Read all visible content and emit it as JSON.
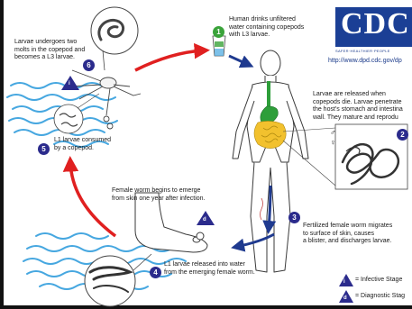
{
  "logo": {
    "text": "CDC",
    "tagline": "SAFER·HEALTHIER·PEOPLE",
    "url": "http://www.dpd.cdc.gov/dp",
    "brand_color": "#1b3f95"
  },
  "steps": [
    {
      "number": "1",
      "color": "#3aa33a",
      "text": [
        "Human drinks unfiltered",
        "water containing copepods",
        "with L3 larvae."
      ]
    },
    {
      "number": "2",
      "color": "#2b2b8c",
      "text": [
        "Larvae are released when",
        "copepods die.  Larvae penetrate",
        "the host's stomach and intestina",
        "wall.  They mature and reprodu"
      ]
    },
    {
      "number": "3",
      "color": "#2b2b8c",
      "text": [
        "Fertilized female worm migrates",
        "to surface of skin, causes",
        "a blister, and discharges larvae."
      ]
    },
    {
      "number": "4",
      "color": "#2b2b8c",
      "text": [
        "L1 larvae released into water",
        "from the emerging female worm."
      ]
    },
    {
      "number": "5",
      "color": "#2b2b8c",
      "text": [
        "L1 larvae consumed",
        "by a copepod."
      ]
    },
    {
      "number": "6",
      "color": "#2b2b8c",
      "text": [
        "Larvae undergoes two",
        "molts in the copepod and",
        "becomes a L3 larvae."
      ]
    }
  ],
  "emerge_note": [
    "Female worm begins to emerge",
    "from skin one year after infection."
  ],
  "legend": {
    "infective": {
      "symbol": "i",
      "label": "= Infective Stage"
    },
    "diagnostic": {
      "symbol": "d",
      "label": "= Diagnostic Stag"
    }
  },
  "stage_markers": {
    "infective": "i",
    "diagnostic": "d",
    "male_symbol": "♂",
    "female_symbol": "♀"
  },
  "colors": {
    "arrow_red": "#e02020",
    "arrow_blue": "#1f3a8f",
    "water": "#46a7e0",
    "infective_triangle": "#2b2b8c"
  }
}
